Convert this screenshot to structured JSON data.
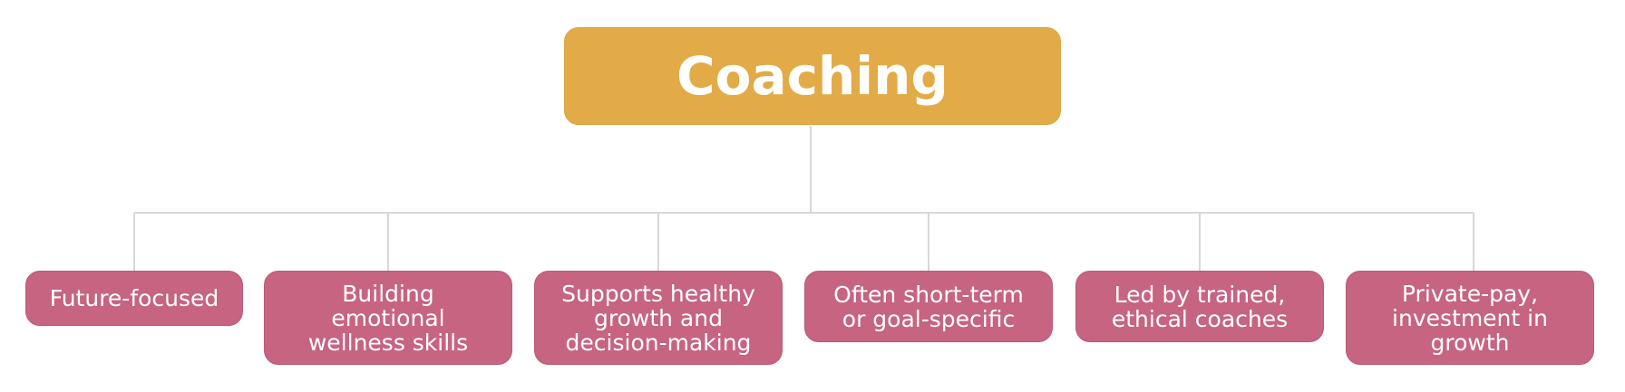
{
  "diagram": {
    "root": {
      "label": "Coaching",
      "color": "#e2ab47"
    },
    "children": [
      {
        "label": "Future-focused",
        "color": "#c66481"
      },
      {
        "label": "Building\nemotional\nwellness skills",
        "color": "#c66481"
      },
      {
        "label": "Supports healthy\ngrowth and\ndecision-making",
        "color": "#c66481"
      },
      {
        "label": "Often short-term\nor goal-specific",
        "color": "#c66481"
      },
      {
        "label": "Led by trained,\nethical coaches",
        "color": "#c66481"
      },
      {
        "label": "Private-pay,\ninvestment in\ngrowth",
        "color": "#c66481"
      }
    ],
    "connector_color": "#d8d8d8"
  }
}
